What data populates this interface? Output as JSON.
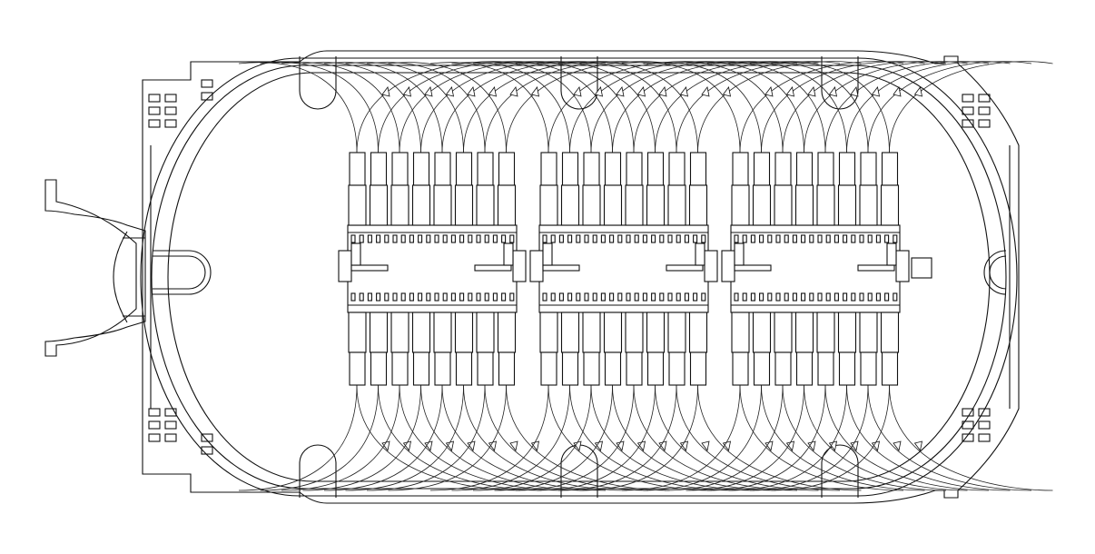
{
  "diagram": {
    "kind": "fiber-optic-splice-tray",
    "line_color": "#111111",
    "background": "#ffffff",
    "adapter_banks": 3,
    "adapters_per_bank_row": 8,
    "fiber_loops_per_side": 24
  }
}
